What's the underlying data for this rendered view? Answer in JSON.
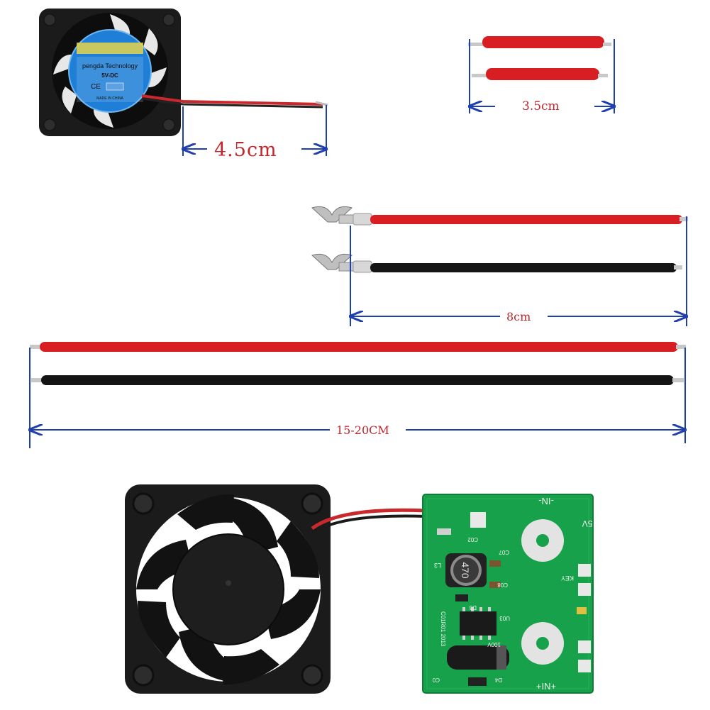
{
  "colors": {
    "dimension_blue": "#1f3fae",
    "label_red": "#c0272d",
    "wire_red": "#d81e22",
    "wire_black": "#151515",
    "pcb_green": "#17a14a",
    "fan_body": "#1b1b1b",
    "fan_sticker": "#1f7fd6"
  },
  "small_fan": {
    "sticker_brand": "pengda Technology",
    "sticker_voltage": "5V-DC",
    "sticker_ce": "CE",
    "sticker_made": "MADE IN CHINA"
  },
  "dimensions": {
    "fan_lead": "4.5cm",
    "short_wires": "3.5cm",
    "spade_wires": "8cm",
    "long_wires": "15-20CM"
  },
  "pcb": {
    "in_minus": "-IN-",
    "in_plus": "+IN+",
    "out_5v": "5V",
    "key": "KEY",
    "inductor": "470",
    "cap_rating": "100V",
    "label_l3": "L3",
    "label_c07": "C07",
    "label_c08": "C08",
    "label_c02": "C02",
    "label_d3": "D3",
    "label_u03": "U03",
    "label_d4": "D4",
    "label_c0": "C0",
    "board_code": "C01R01 2013"
  }
}
